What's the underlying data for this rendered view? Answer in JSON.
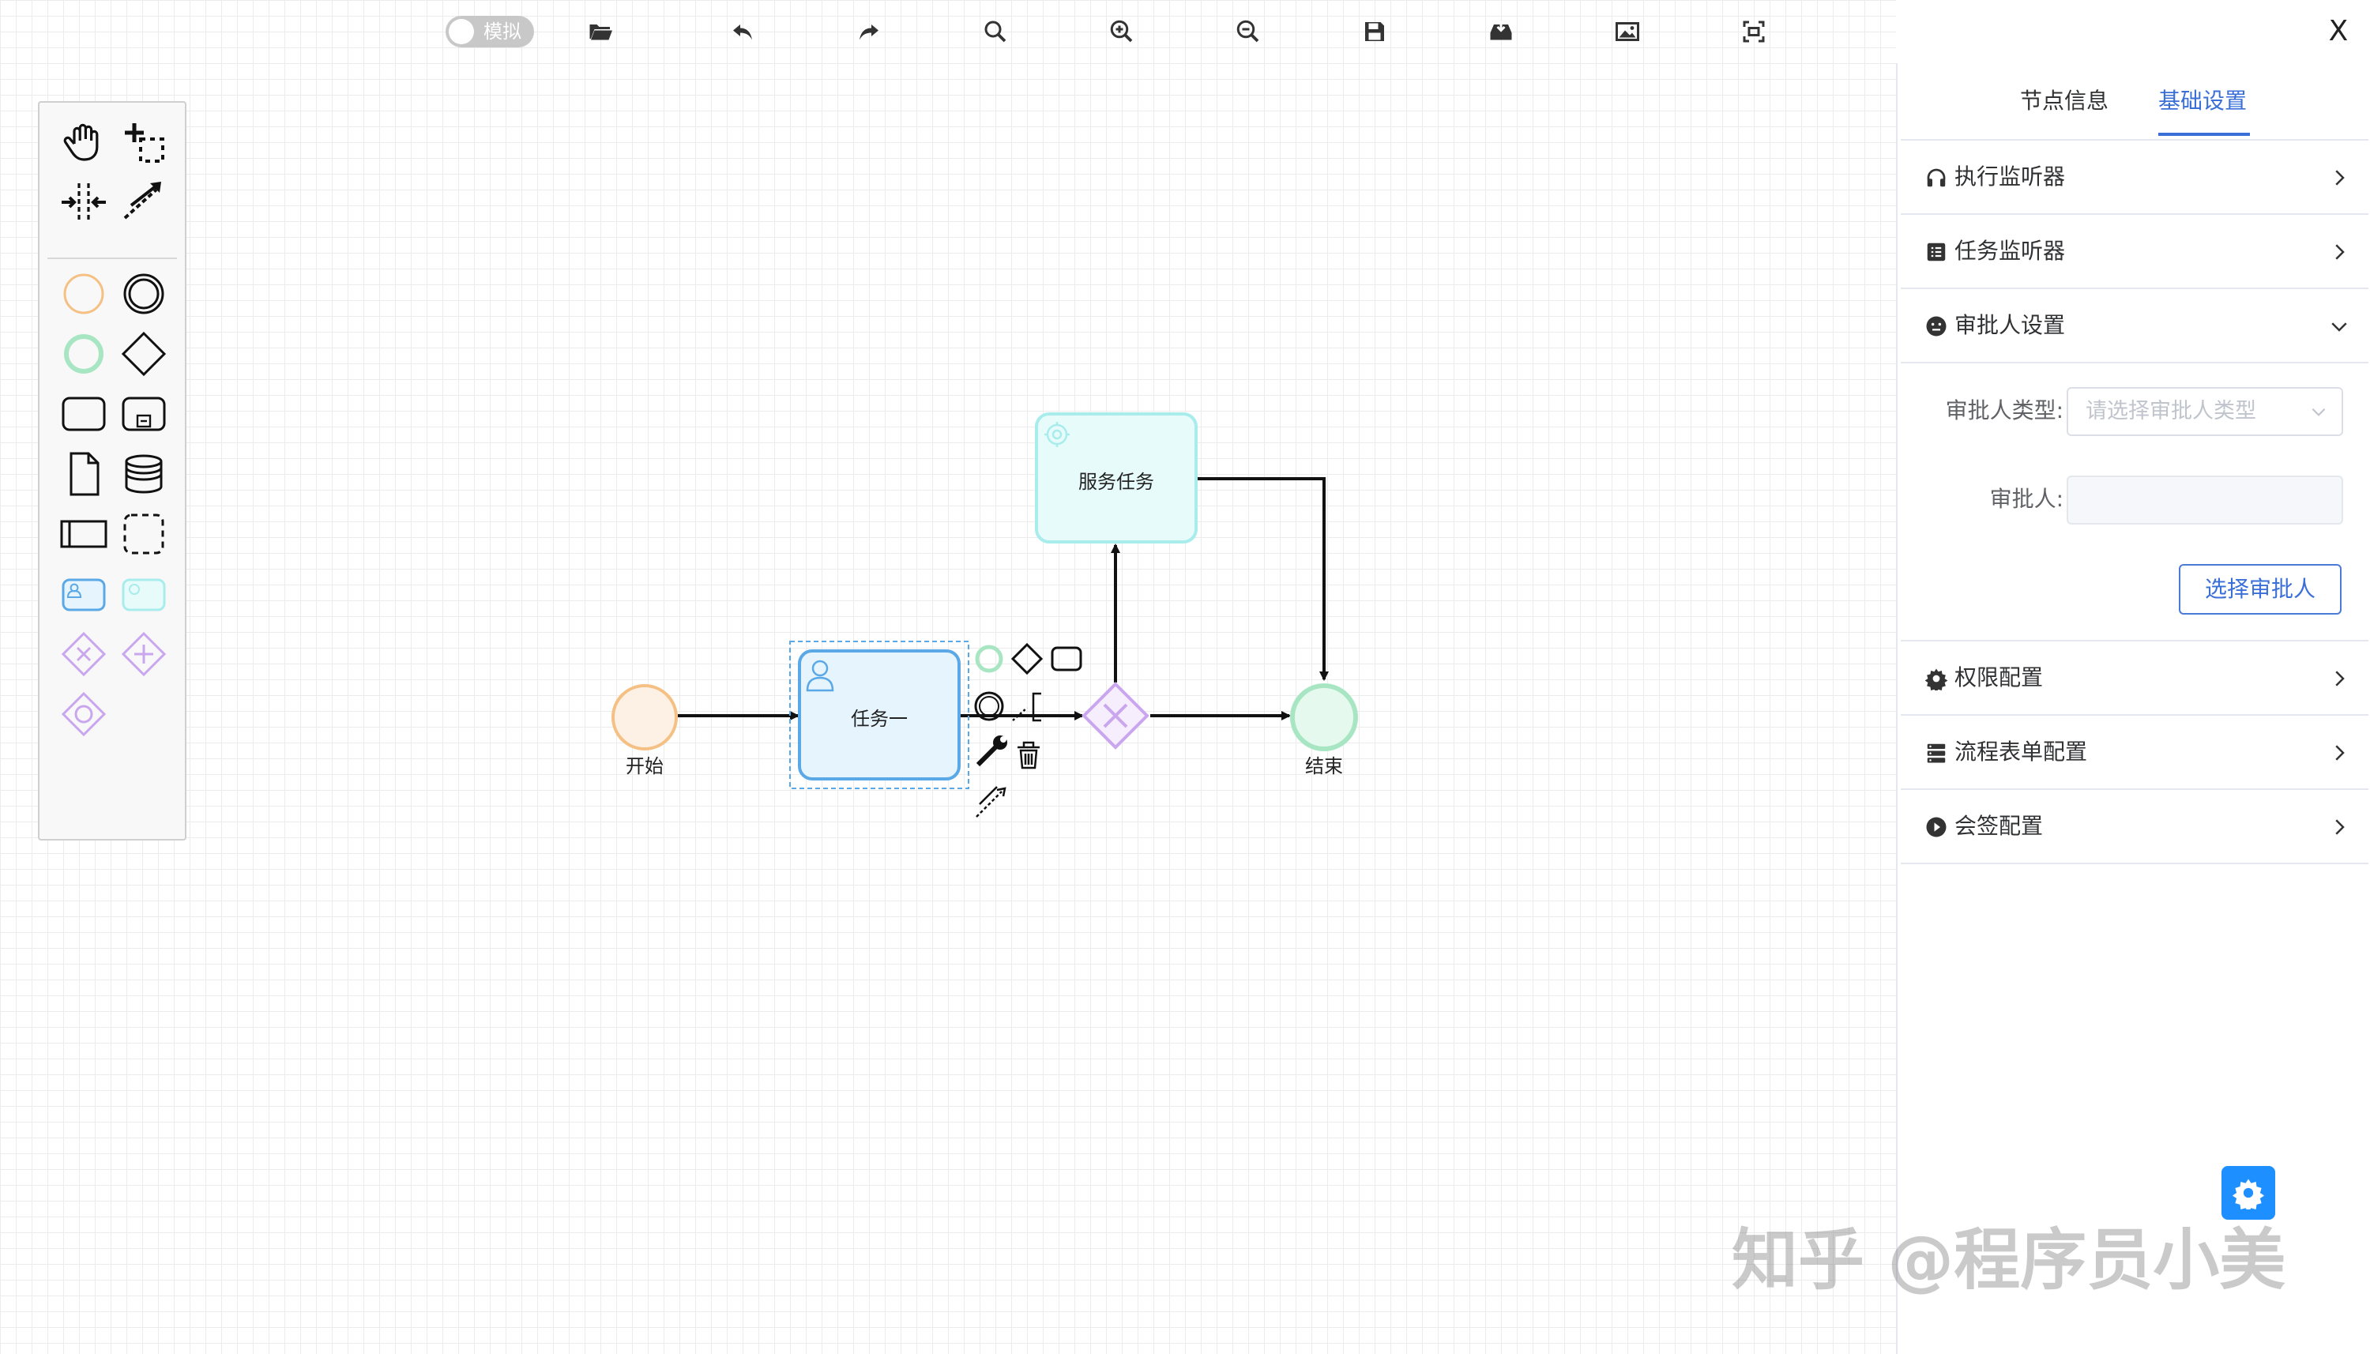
{
  "toolbar": {
    "simulate_label": "模拟",
    "icons": [
      "folder-open-icon",
      "undo-icon",
      "redo-icon",
      "search-icon",
      "zoom-in-icon",
      "zoom-out-icon",
      "save-icon",
      "download-icon",
      "image-icon",
      "fit-screen-icon"
    ],
    "close_label": "X"
  },
  "diagram": {
    "start_label": "开始",
    "task_label": "任务一",
    "service_task_label": "服务任务",
    "end_label": "结束"
  },
  "panel": {
    "tabs": [
      "节点信息",
      "基础设置"
    ],
    "active_tab": "基础设置",
    "sections": {
      "exec_listener": "执行监听器",
      "task_listener": "任务监听器",
      "approver_settings": "审批人设置",
      "permissions": "权限配置",
      "form_config": "流程表单配置",
      "countersign": "会签配置"
    },
    "approver_form": {
      "type_label": "审批人类型:",
      "type_placeholder": "请选择审批人类型",
      "approver_label": "审批人:",
      "approver_value": "",
      "choose_button": "选择审批人"
    }
  },
  "colors": {
    "accent": "#3a6fd8",
    "start_event": "#f5c083",
    "end_event": "#a8e6c3",
    "user_task": "#5aa9e6",
    "service_task": "#a8ecec",
    "gateway": "#c9a6ee",
    "fab": "#1e8fff"
  },
  "watermark": "知乎 @程序员小美"
}
